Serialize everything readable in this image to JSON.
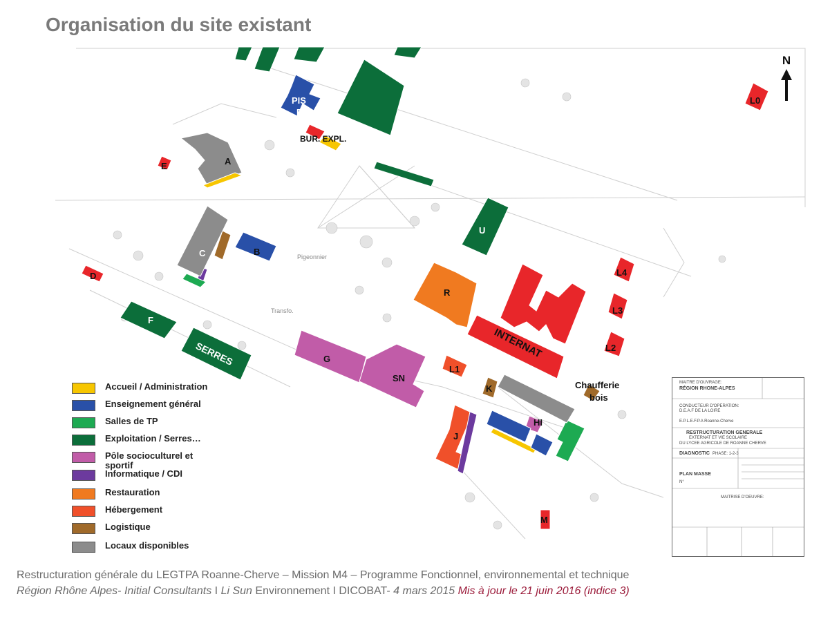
{
  "title": "Organisation du site existant",
  "north_label": "N",
  "legend": [
    {
      "label": "Accueil / Administration",
      "color": "#f7c600"
    },
    {
      "label": "Enseignement général",
      "color": "#2950a8"
    },
    {
      "label": "Salles de TP",
      "color": "#1daa52"
    },
    {
      "label": "Exploitation / Serres…",
      "color": "#0c6e3a"
    },
    {
      "label": "Pôle socioculturel et sportif",
      "color": "#c15ca8"
    },
    {
      "label": "Informatique / CDI",
      "color": "#6c3a9e"
    },
    {
      "label": "Restauration",
      "color": "#f07a20"
    },
    {
      "label": "Hébergement",
      "color": "#f0502a"
    },
    {
      "label": "Logistique",
      "color": "#a06a2a"
    },
    {
      "label": "Locaux disponibles",
      "color": "#8c8c8c"
    }
  ],
  "buildings": {
    "A": "A",
    "B": "B",
    "C": "C",
    "D": "D",
    "E": "E",
    "F": "F",
    "G": "G",
    "J": "J",
    "K": "K",
    "M": "M",
    "R": "R",
    "U": "U",
    "SN": "SN",
    "HI": "HI",
    "L0": "L0",
    "L1": "L1",
    "L2": "L2",
    "L3": "L3",
    "L4": "L4",
    "PIS": "PIS",
    "PIS_E": "E",
    "bur_expl": "BUR. EXPL.",
    "serres": "SERRES",
    "internat": "INTERNAT",
    "chaufferie": "Chaufferie",
    "chaufferie2": "bois",
    "pigeonnier": "Pigeonnier",
    "transfo": "Transfo."
  },
  "cartouche": {
    "maitre_ouvrage": "MAITRE D'OUVRAGE:",
    "region": "RÉGION RHONE-ALPES",
    "conducteur": "CONDUCTEUR D'OPERATION:",
    "deaf": "D.E.A.F DE LA LOIRE",
    "eplefpa": "E.P.L.E.F.P.A Roanne-Cherve",
    "restructuration": "RESTRUCTURATION GENERALE",
    "externat": "EXTERNAT ET VIE SCOLAIRE",
    "lycee": "DU LYCEE AGRICOLE DE ROANNE CHERVE",
    "diagnostic": "DIAGNOSTIC",
    "phase": "PHASE: 1-2-3",
    "plan_masse": "PLAN MASSE",
    "numero": "N°",
    "maitrise": "MAITRISE D'OEUVRE:"
  },
  "footer": {
    "line1": "Restructuration générale du LEGTPA Roanne-Cherve – Mission M4 – Programme Fonctionnel, environnemental et technique",
    "region": "Région Rhône Alpes- Initial Consultants",
    "sep1": " I ",
    "lisun": "Li Sun",
    "env": " Environnement I DICOBAT- ",
    "date": " 4 mars 2015 ",
    "update": "Mis à jour le 21 juin 2016 (indice 3)"
  }
}
